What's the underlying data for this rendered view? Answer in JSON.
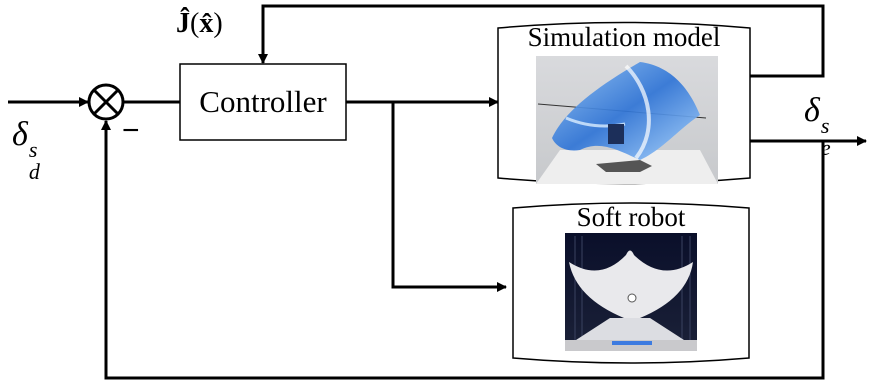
{
  "controller": {
    "label": "Controller"
  },
  "simulation": {
    "label": "Simulation model"
  },
  "robot": {
    "label": "Soft robot"
  },
  "signals": {
    "jacobian": {
      "main": "Ĵ",
      "paren_open": "(",
      "arg": "x̂",
      "paren_close": ")"
    },
    "input": {
      "base": "δ",
      "sup": "s",
      "sub": "d"
    },
    "output": {
      "base": "δ",
      "sup": "s",
      "sub": "e"
    },
    "minus": "−"
  },
  "colors": {
    "line": "#000000",
    "sim_blue": "#3a7fd0",
    "robot_white": "#e9e9ec",
    "dark_bg": "#0b1130"
  }
}
